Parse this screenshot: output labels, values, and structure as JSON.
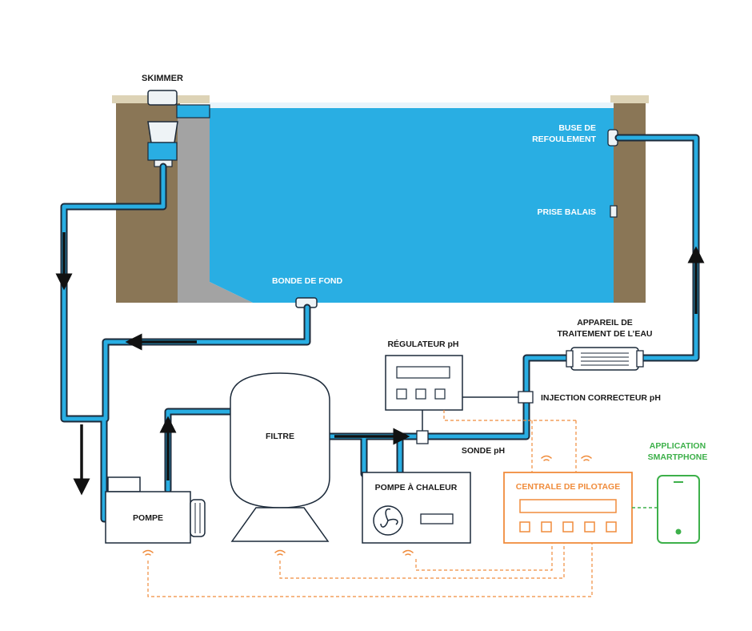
{
  "labels": {
    "skimmer": "SKIMMER",
    "buse_line1": "BUSE DE",
    "buse_line2": "REFOULEMENT",
    "prise_balais": "PRISE BALAIS",
    "bonde_de_fond": "BONDE DE FOND",
    "regulateur": "RÉGULATEUR pH",
    "appareil_line1": "APPAREIL DE",
    "appareil_line2": "TRAITEMENT DE L’EAU",
    "injection": "INJECTION CORRECTEUR pH",
    "filtre": "FILTRE",
    "sonde": "SONDE pH",
    "application_line1": "APPLICATION",
    "application_line2": "SMARTPHONE",
    "pompe": "POMPE",
    "pompe_chaleur": "POMPE À CHALEUR",
    "centrale": "CENTRALE DE PILOTAGE"
  },
  "colors": {
    "water": "#29aee3",
    "pipe_outline": "#1c2a3a",
    "wall": "#8a7656",
    "coping": "#ddd3b6",
    "concrete": "#a3a3a3",
    "control": "#f08c3c",
    "smartphone": "#3db04a"
  }
}
